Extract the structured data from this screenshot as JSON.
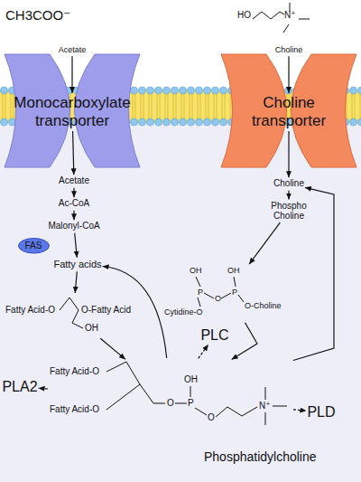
{
  "diagram": {
    "nodes": [
      {
        "text": [
          "Acetate"
        ]
      },
      {
        "text": [
          "Monocarboxylate transporter"
        ]
      },
      {
        "text": [
          "Acetate"
        ]
      },
      {
        "text": [
          "Ac-CoA"
        ]
      },
      {
        "text": [
          "Malonyl-CoA"
        ]
      },
      {
        "text": [
          "FAS"
        ]
      },
      {
        "text": [
          "Fatty acids"
        ]
      },
      {
        "text": [
          "Fatty Acid-O",
          "O-Fatty Acid",
          "OH"
        ]
      },
      {
        "text": [
          "Choline"
        ]
      },
      {
        "text": [
          "Choline transporter"
        ]
      },
      {
        "text": [
          "Choline"
        ]
      },
      {
        "text": [
          "Phospho Choline"
        ]
      },
      {
        "text": [
          "OH",
          "P",
          "O",
          "P",
          "OH",
          "O-Choline",
          "Cytidine-O"
        ]
      },
      {
        "text": [
          "Fatty Acid-O",
          "Fatty Acid-O",
          "O",
          "P",
          "OH",
          "O",
          "N⁺"
        ]
      },
      {
        "text": [
          "PLC"
        ]
      },
      {
        "text": [
          "PLA2"
        ]
      },
      {
        "text": [
          "PLD"
        ]
      }
    ],
    "edges": [
      {
        "from": 0,
        "to": 1,
        "arrow": "to"
      },
      {
        "from": 1,
        "to": 2,
        "arrow": "to"
      },
      {
        "from": 2,
        "to": 3,
        "arrow": "to"
      },
      {
        "from": 3,
        "to": 4,
        "arrow": "to"
      },
      {
        "from": 4,
        "to": 6,
        "arrow": "to"
      },
      {
        "from": 6,
        "to": 7,
        "arrow": "to"
      },
      {
        "from": 7,
        "to": 13,
        "arrow": "to"
      },
      {
        "from": 13,
        "to": 6,
        "arrow": "to"
      },
      {
        "from": 8,
        "to": 9,
        "arrow": "to"
      },
      {
        "from": 9,
        "to": 10,
        "arrow": "to"
      },
      {
        "from": 10,
        "to": 11,
        "arrow": "to"
      },
      {
        "from": 11,
        "to": 12,
        "arrow": "to"
      },
      {
        "from": 12,
        "to": 13,
        "arrow": "to"
      },
      {
        "from": 13,
        "to": 10,
        "arrow": "to"
      },
      {
        "from": 13,
        "to": 14,
        "arrow": "to"
      },
      {
        "from": 13,
        "to": 15,
        "arrow": "to"
      },
      {
        "from": 13,
        "to": 16,
        "arrow": "to"
      }
    ],
    "labels": [
      "CH3COO⁻",
      "HO",
      "N⁺",
      "Phosphatidylcholine"
    ]
  }
}
